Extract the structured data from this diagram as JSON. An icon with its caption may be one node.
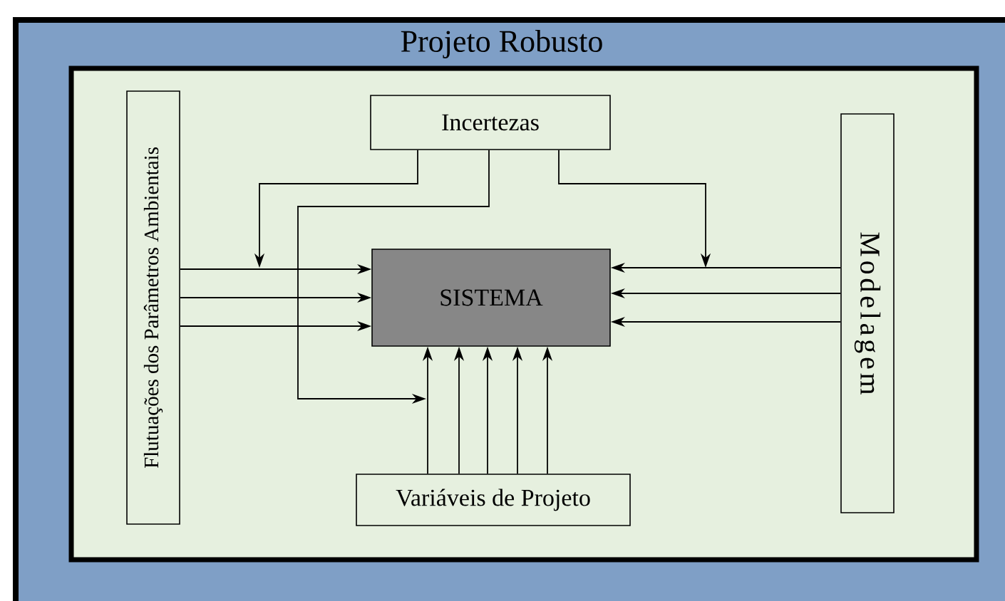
{
  "diagram": {
    "title": "Projeto Robusto",
    "nodes": [
      {
        "text": [
          "Flutuações dos Parâmetros Ambientais"
        ]
      },
      {
        "text": [
          "Incertezas"
        ]
      },
      {
        "text": [
          "SISTEMA"
        ]
      },
      {
        "text": [
          "Modelagem"
        ]
      },
      {
        "text": [
          "Variáveis de Projeto"
        ]
      }
    ],
    "edges": [
      {
        "from": 0,
        "to": 2,
        "arrow": "to"
      },
      {
        "from": 0,
        "to": 2,
        "arrow": "to"
      },
      {
        "from": 0,
        "to": 2,
        "arrow": "to"
      },
      {
        "from": 3,
        "to": 2,
        "arrow": "to"
      },
      {
        "from": 3,
        "to": 2,
        "arrow": "to"
      },
      {
        "from": 3,
        "to": 2,
        "arrow": "to"
      },
      {
        "from": 4,
        "to": 2,
        "arrow": "to"
      },
      {
        "from": 4,
        "to": 2,
        "arrow": "to"
      },
      {
        "from": 4,
        "to": 2,
        "arrow": "to"
      },
      {
        "from": 4,
        "to": 2,
        "arrow": "to"
      },
      {
        "from": 4,
        "to": 2,
        "arrow": "to"
      },
      {
        "from": 1,
        "to": null,
        "arrow": "to"
      },
      {
        "from": 1,
        "to": null,
        "arrow": "to"
      },
      {
        "from": 1,
        "to": null,
        "arrow": "to"
      }
    ]
  }
}
